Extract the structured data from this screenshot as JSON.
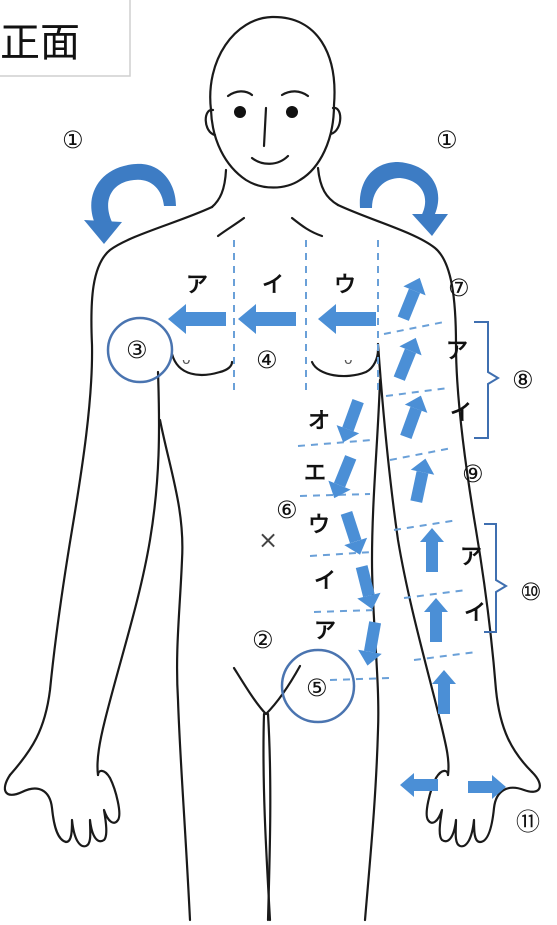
{
  "title": "正面",
  "numbers": {
    "n1": "①",
    "n2": "②",
    "n3": "③",
    "n4": "④",
    "n5": "⑤",
    "n6": "⑥",
    "n7": "⑦",
    "n8": "⑧",
    "n9": "⑨",
    "n10": "⑩",
    "n11": "⑪"
  },
  "chest_labels": {
    "a": "ア",
    "i": "イ",
    "u": "ウ"
  },
  "abdomen_labels": {
    "o": "オ",
    "e": "エ",
    "u": "ウ",
    "i": "イ",
    "a": "ア"
  },
  "arm_labels": {
    "upper_a": "ア",
    "upper_i": "イ",
    "fore_a": "ア",
    "fore_i": "イ"
  },
  "navel_mark": "×",
  "colors": {
    "arrow": "#4b8fd6",
    "curl_arrow": "#3d7cc4",
    "circle": "#4a74b0",
    "dashed_line": "#6aa0d8",
    "outline": "#1a1a1a"
  }
}
